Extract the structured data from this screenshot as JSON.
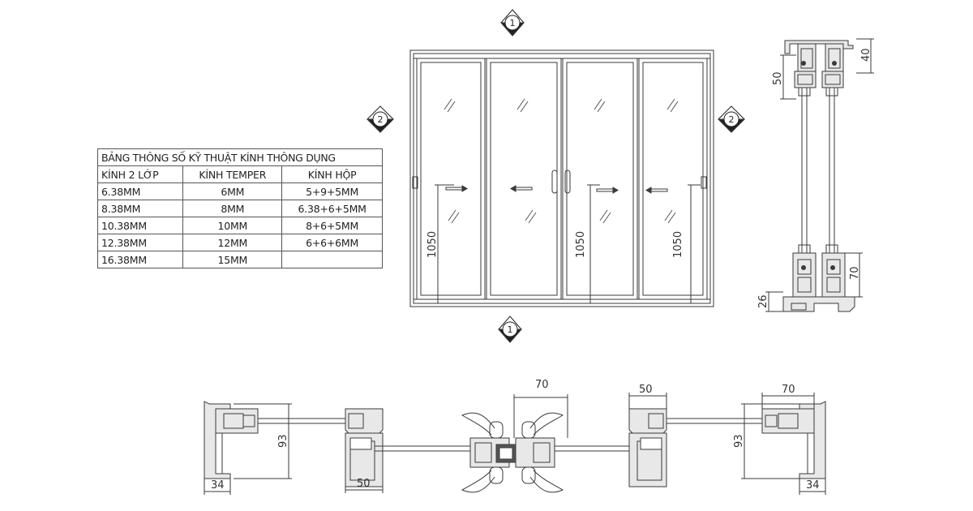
{
  "glass_table": {
    "title": "BẢNG THÔNG SỐ KỸ THUẬT KÍNH  THÔNG DỤNG",
    "headers": [
      "KÍNH 2 LỚP",
      "KÍNH TEMPER",
      "KÍNH HỘP"
    ],
    "rows": [
      [
        "6.38MM",
        "6MM",
        "5+9+5MM"
      ],
      [
        "8.38MM",
        "8MM",
        "6.38+6+5MM"
      ],
      [
        "10.38MM",
        "10MM",
        "8+6+5MM"
      ],
      [
        "12.38MM",
        "12MM",
        "6+6+6MM"
      ],
      [
        "16.38MM",
        "15MM",
        ""
      ]
    ]
  },
  "elevation": {
    "panel_height_labels": [
      "1050",
      "1050",
      "1050"
    ],
    "section_markers": {
      "top": "1",
      "bottom": "1",
      "left": "2",
      "right": "2"
    }
  },
  "vertical_section": {
    "dims": {
      "top_flange": "40",
      "top_profile": "50",
      "bottom_profile": "70",
      "bottom_sill": "26"
    }
  },
  "horizontal_section": {
    "dims": {
      "left_height": "93",
      "left_width": "34",
      "left_sash": "50",
      "center_interlock": "70",
      "right_sash": "50",
      "right_frame": "70",
      "right_height": "93",
      "right_width": "34"
    }
  },
  "colors": {
    "line": "#3a3a3a",
    "frame_fill": "#e8e8e8",
    "background": "#ffffff"
  }
}
